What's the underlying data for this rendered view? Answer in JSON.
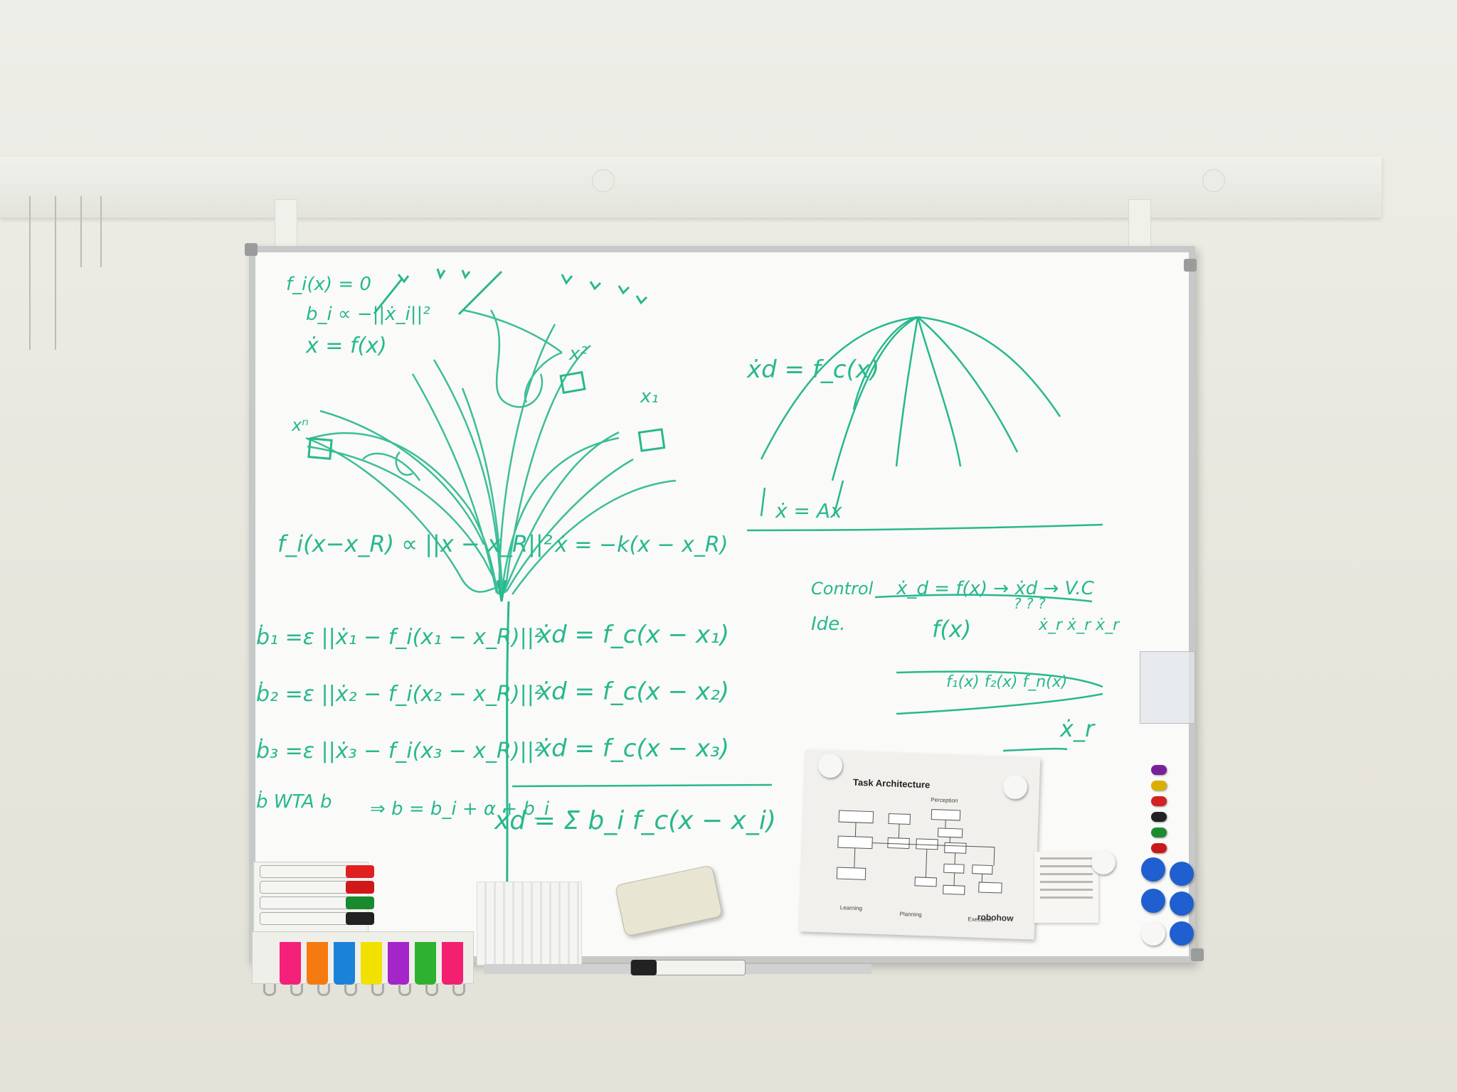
{
  "whiteboard": {
    "equations": {
      "top_left_1": "f_i(x) = 0",
      "top_left_2": "b_i ∝ −||ẋ_i||²",
      "top_left_3": "ẋ = f(x)",
      "label_x2": "x²",
      "label_x1": "x₁",
      "label_xn": "xⁿ",
      "attractor_eq": "f_i(x−x_R) ∝ ||x − x_R||²",
      "linear_eq": "ẋ = −k(x − x_R)",
      "b1_eq": "ḃ₁ =ε ||ẋ₁ − f_i(x₁ − x_R)||²",
      "b2_eq": "ḃ₂ =ε ||ẋ₂ − f_i(x₂ − x_R)||²",
      "b3_eq": "ḃ₃ =ε ||ẋ₃ − f_i(x₃ − x_R)||²",
      "wta_eq": "ḃ WTA b",
      "b_update": "⇒ b = b_i + α + b_i",
      "xd1": "ẋd = f_c(x − x₁)",
      "xd2": "ẋd = f_c(x − x₂)",
      "xd3": "ẋd = f_c(x − x₃)",
      "sum_eq": "ẋd = Σ b_i f_c(x − x_i)",
      "fc_eq": "ẋd = f_c(x)",
      "ax_eq": "ẋ = Ax",
      "control_label": "Control",
      "control_eq": "ẋ_d = f(x) → ẋd → V.C",
      "ide_label": "Ide.",
      "ide_eq": "f(x)",
      "ide_right": "ẋ_r ẋ_r ẋ_r",
      "question_marks": "? ? ?",
      "f_list": "f₁(x) f₂(x) f_n(x)",
      "xr_eq": "ẋ_r"
    }
  },
  "document": {
    "title": "Task Architecture",
    "label_perception": "Perception",
    "label_learning": "Learning",
    "label_planning": "Planning",
    "label_execution": "Execution",
    "logo": "robohow"
  },
  "colors": {
    "ink": "#27b88e",
    "frame": "#c7c9c9",
    "board": "#fafaf8",
    "wall": "#e9e8e0"
  }
}
